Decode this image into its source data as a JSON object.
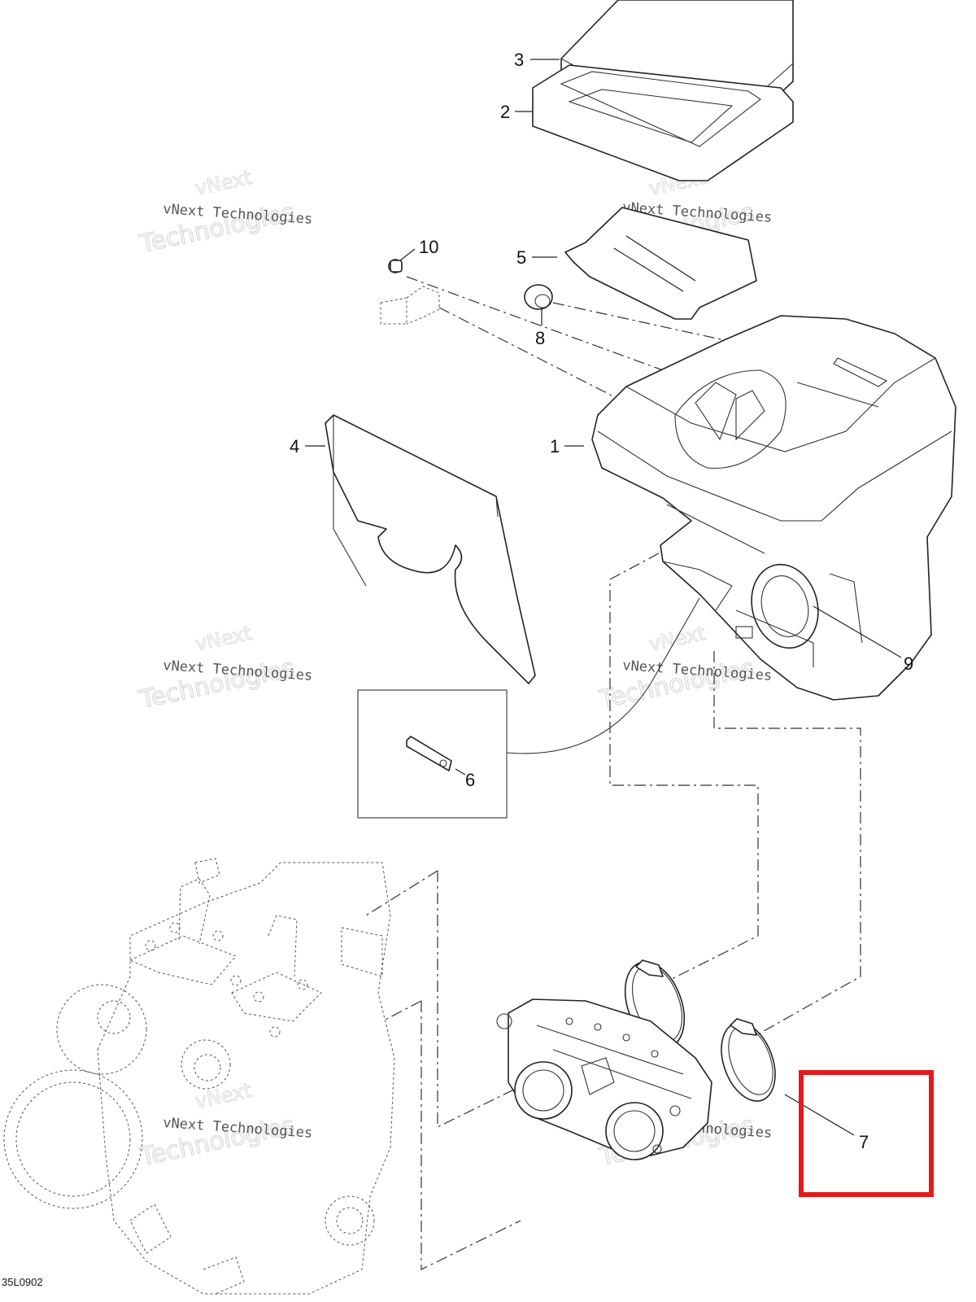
{
  "callouts": {
    "c1": "1",
    "c2": "2",
    "c3": "3",
    "c4": "4",
    "c5": "5",
    "c6": "6",
    "c7": "7",
    "c8": "8",
    "c9": "9",
    "c10": "10"
  },
  "watermark": {
    "line1": "vNext Technologies",
    "line2": "Technologies",
    "line3": "vNext"
  },
  "drawing_code": "35L0902",
  "highlight": {
    "color": "#e01b1b",
    "target_callout": "7"
  },
  "colors": {
    "line": "#222222",
    "background": "#ffffff"
  }
}
